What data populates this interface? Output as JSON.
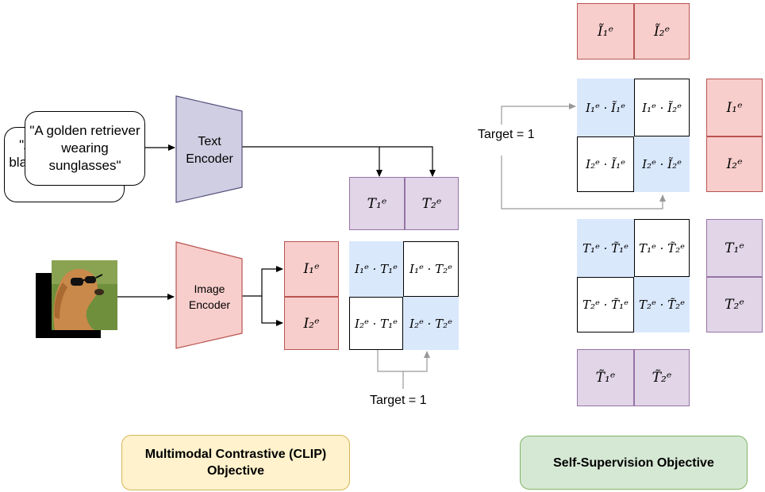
{
  "captions": {
    "caption_back": "\"A dog wearing black background\"",
    "caption_front": "\"A golden retriever wearing sunglasses\""
  },
  "encoders": {
    "text": "Text Encoder",
    "image": "Image Encoder"
  },
  "clip": {
    "text_emb": [
      "T₁ᵉ",
      "T₂ᵉ"
    ],
    "image_emb": [
      "I₁ᵉ",
      "I₂ᵉ"
    ],
    "matrix": [
      [
        "I₁ᵉ · T₁ᵉ",
        "I₁ᵉ · T₂ᵉ"
      ],
      [
        "I₂ᵉ · T₁ᵉ",
        "I₂ᵉ · T₂ᵉ"
      ]
    ],
    "target": "Target = 1"
  },
  "self_sup": {
    "aug_image_emb": [
      "Ĩ₁ᵉ",
      "Ĩ₂ᵉ"
    ],
    "image_emb": [
      "I₁ᵉ",
      "I₂ᵉ"
    ],
    "image_matrix": [
      [
        "I₁ᵉ · Ĩ₁ᵉ",
        "I₁ᵉ · Ĩ₂ᵉ"
      ],
      [
        "I₂ᵉ · Ĩ₁ᵉ",
        "I₂ᵉ · Ĩ₂ᵉ"
      ]
    ],
    "text_matrix": [
      [
        "T₁ᵉ · T̃₁ᵉ",
        "T₁ᵉ · T̃₂ᵉ"
      ],
      [
        "T₂ᵉ · T̃₁ᵉ",
        "T₂ᵉ · T̃₂ᵉ"
      ]
    ],
    "text_emb": [
      "T₁ᵉ",
      "T₂ᵉ"
    ],
    "aug_text_emb": [
      "T̃₁ᵉ",
      "T̃₂ᵉ"
    ],
    "target": "Target = 1"
  },
  "objectives": {
    "clip": "Multimodal Contrastive (CLIP) Objective",
    "self_sup": "Self-Supervision Objective"
  },
  "colors": {
    "red_fill": "#f8cecc",
    "red_border": "#b85450",
    "purple_fill": "#e1d5e7",
    "purple_border": "#9673a6",
    "blue_fill": "#dae8fc",
    "clip_panel_fill": "#fff2cc",
    "clip_panel_border": "#d6b656",
    "ss_panel_fill": "#d5e8d4",
    "ss_panel_border": "#82b366"
  }
}
